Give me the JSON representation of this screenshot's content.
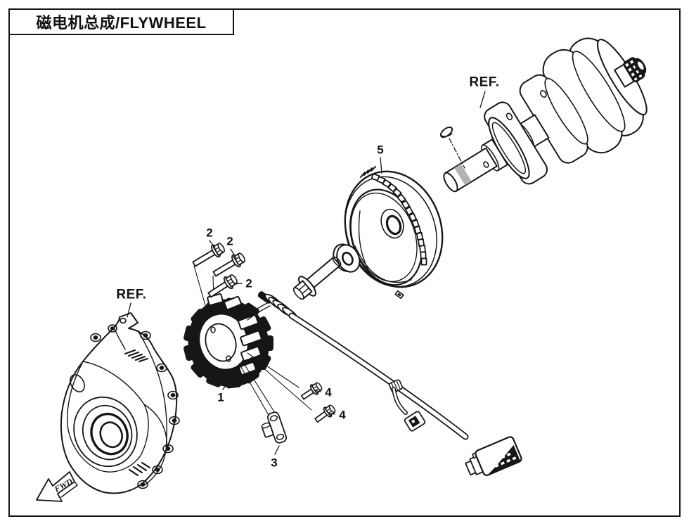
{
  "title": "磁电机总成/FLYWHEEL",
  "callouts": {
    "ref_crankshaft": "REF.",
    "ref_cover": "REF.",
    "part_1": "1",
    "part_2a": "2",
    "part_2b": "2",
    "part_2c": "2",
    "part_3": "3",
    "part_4a": "4",
    "part_4b": "4",
    "part_5": "5"
  },
  "direction_arrow": {
    "label": "FWD"
  },
  "colors": {
    "line": "#161616",
    "background": "#ffffff",
    "metal_shade": "#b3b3b3"
  }
}
